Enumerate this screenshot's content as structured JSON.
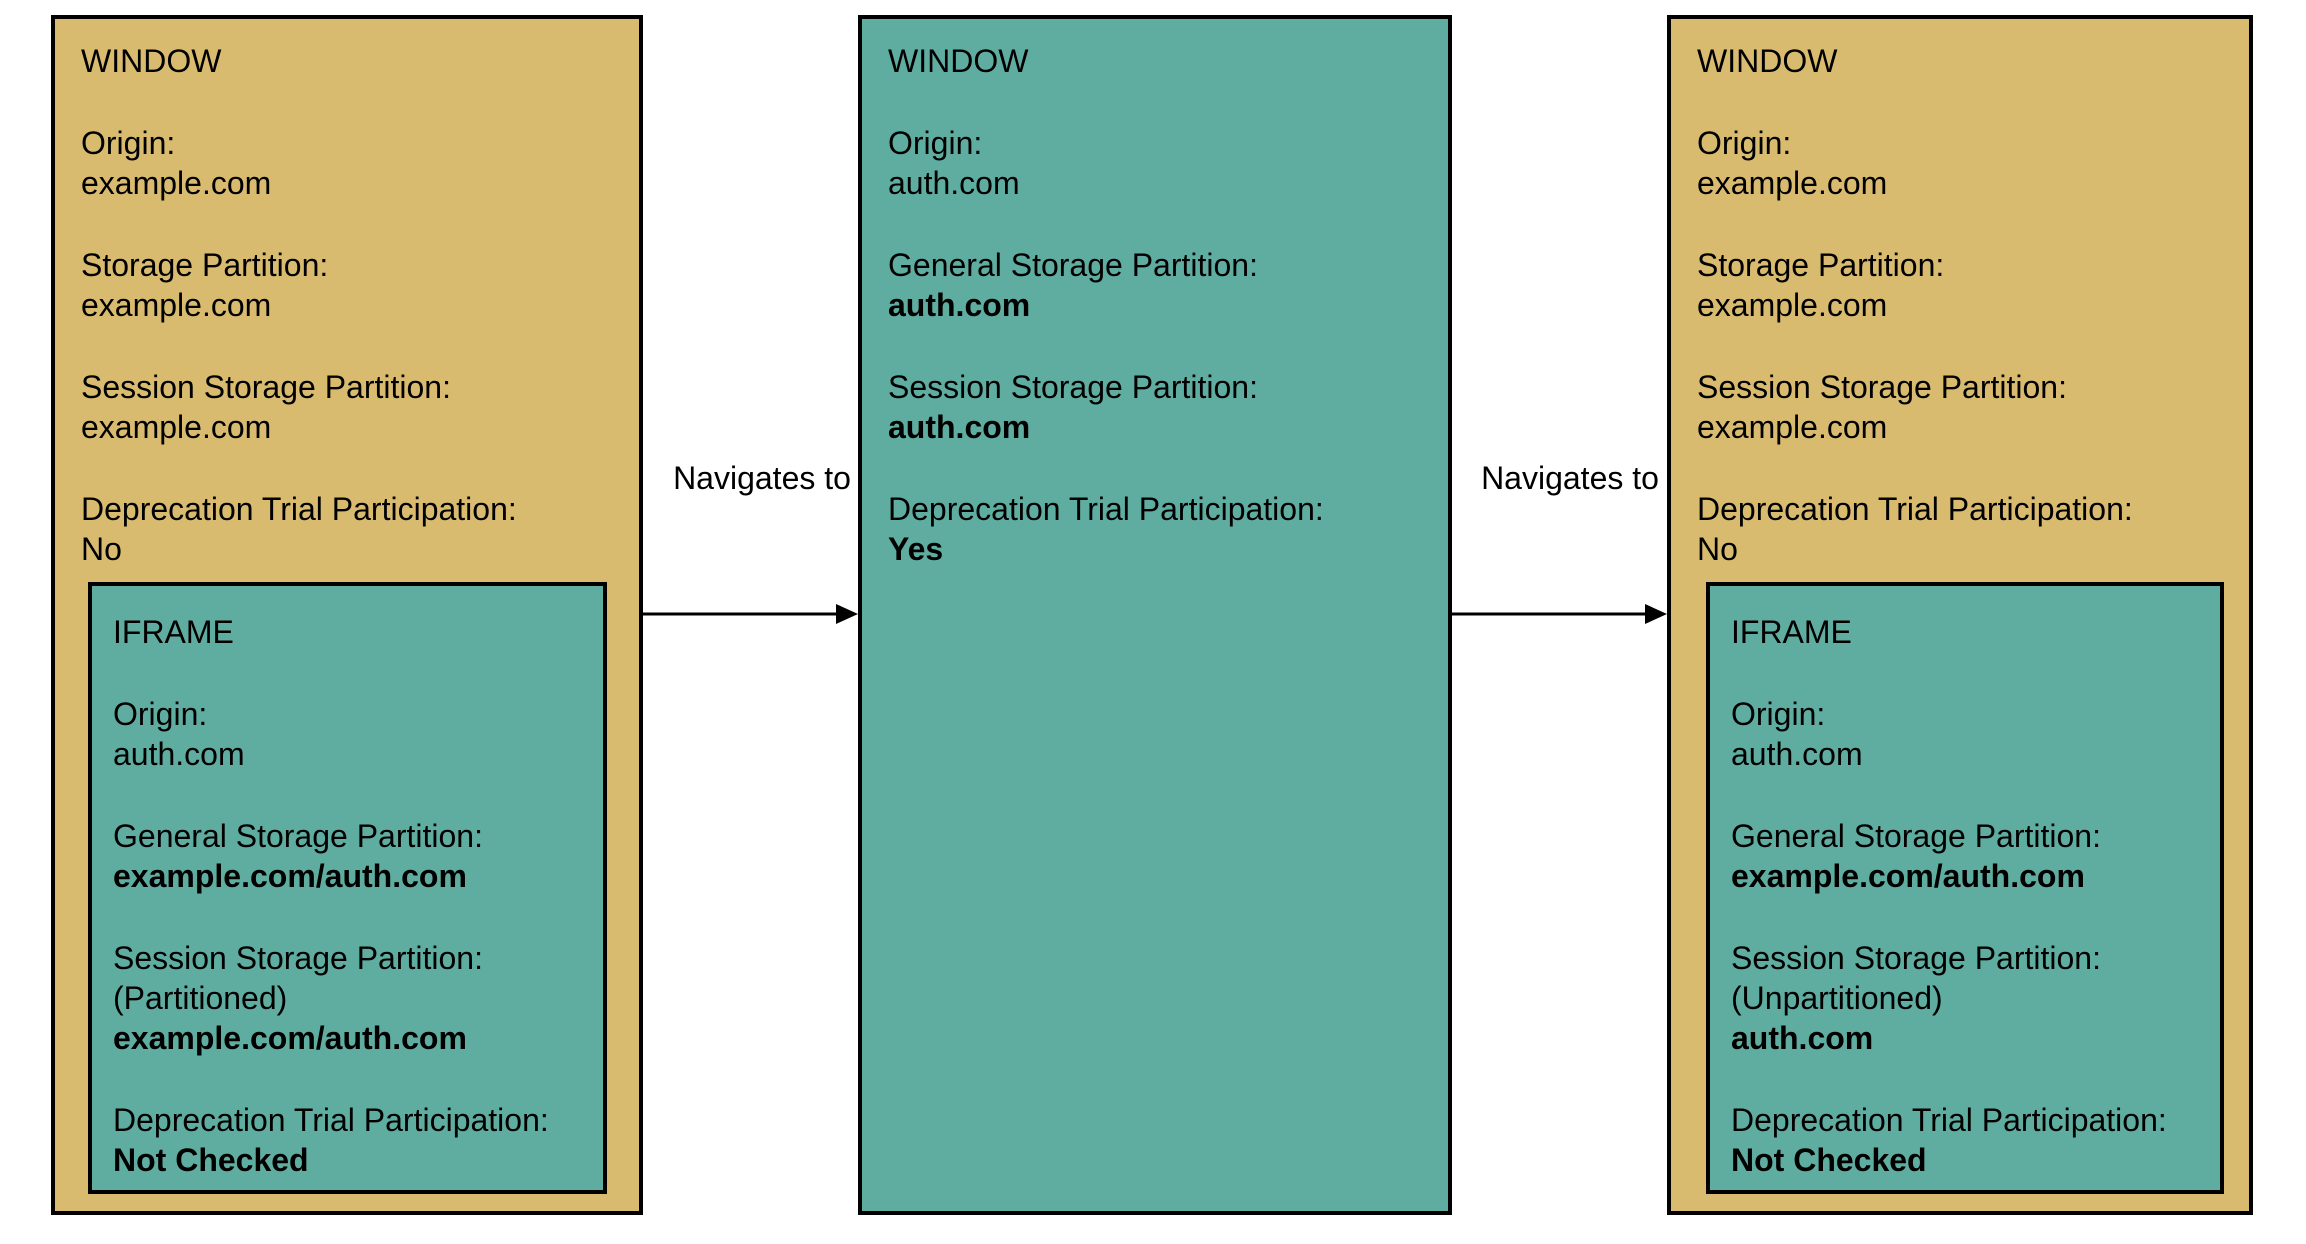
{
  "diagram": {
    "colors": {
      "window_fill": "#d9bb70",
      "iframe_fill": "#5fada1",
      "border": "#000000",
      "text": "#000000",
      "background": "#ffffff"
    },
    "boxes": [
      {
        "title": "WINDOW",
        "fields": [
          {
            "label": "Origin:",
            "value": "example.com",
            "bold": false
          },
          {
            "label": "Storage Partition:",
            "value": "example.com",
            "bold": false
          },
          {
            "label": "Session Storage Partition:",
            "value": "example.com",
            "bold": false
          },
          {
            "label": "Deprecation Trial Participation:",
            "value": "No",
            "bold": false
          }
        ],
        "iframe": {
          "title": "IFRAME",
          "fields": [
            {
              "label": "Origin:",
              "value": "auth.com",
              "bold": false
            },
            {
              "label": "General Storage Partition:",
              "value": "example.com/auth.com",
              "bold": true
            },
            {
              "label": "Session Storage Partition:",
              "note": "(Partitioned)",
              "value": "example.com/auth.com",
              "bold": true
            },
            {
              "label": "Deprecation Trial Participation:",
              "value": "Not Checked",
              "bold": true
            }
          ]
        }
      },
      {
        "title": "WINDOW",
        "fields": [
          {
            "label": "Origin:",
            "value": "auth.com",
            "bold": false
          },
          {
            "label": "General Storage Partition:",
            "value": "auth.com",
            "bold": true
          },
          {
            "label": "Session Storage Partition:",
            "value": "auth.com",
            "bold": true
          },
          {
            "label": "Deprecation Trial Participation:",
            "value": "Yes",
            "bold": true
          }
        ]
      },
      {
        "title": "WINDOW",
        "fields": [
          {
            "label": "Origin:",
            "value": "example.com",
            "bold": false
          },
          {
            "label": "Storage Partition:",
            "value": "example.com",
            "bold": false
          },
          {
            "label": "Session Storage Partition:",
            "value": "example.com",
            "bold": false
          },
          {
            "label": "Deprecation Trial Participation:",
            "value": "No",
            "bold": false
          }
        ],
        "iframe": {
          "title": "IFRAME",
          "fields": [
            {
              "label": "Origin:",
              "value": "auth.com",
              "bold": false
            },
            {
              "label": "General Storage Partition:",
              "value": "example.com/auth.com",
              "bold": true
            },
            {
              "label": "Session Storage Partition:",
              "note": "(Unpartitioned)",
              "value": "auth.com",
              "bold": true
            },
            {
              "label": "Deprecation Trial Participation:",
              "value": "Not Checked",
              "bold": true
            }
          ]
        }
      }
    ],
    "arrows": [
      {
        "label": "Navigates to"
      },
      {
        "label": "Navigates to"
      }
    ]
  }
}
